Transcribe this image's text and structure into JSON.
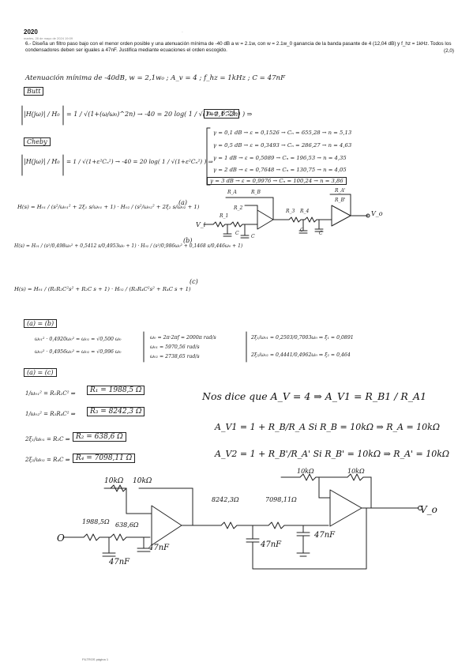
{
  "header": {
    "title": "2020",
    "date": "martes, 28 de mayo de 2024   19:09",
    "dash": "-"
  },
  "problem": {
    "text": "6.- Diseña un filtro paso bajo con el menor orden posible y una atenuación mínima de -40 dB a w = 2.1w, con w = 2.1w_0 ganancia de la banda pasante de 4 (12,04 dB) y f_hz = 1kHz. Todos los condensadores deben ser iguales a 47nF. Justifica mediante ecuaciones el orden escogido.",
    "mark": "(2,0)"
  },
  "notes": {
    "given": "Atenuación mínima de -40dB,  w = 2,1w₀ ;  A_v = 4 ;  f_hz = 1kHz ;  C = 47nF",
    "butt_label": "Butt",
    "butt_ratio": "|H(jω)| / H₀",
    "butt_eq": "= 1 / √(1+(ω/ω₀)^2n)   →   -40 = 20 log( 1 / √(1+2,1^2n) )  ⇒",
    "butt_result": "n = 6,21",
    "cheb_label": "Cheby",
    "cheb_ratio": "|H(jω)| / H₀",
    "cheb_eq": "= 1 / √(1+ε²Cₙ²)   →   -40 = 20 log( 1 / √(1+ε²Cₙ²) )  ⇒",
    "cheb_rows": [
      "γ = 0,1 dB  →  ε = 0,1526  →  Cₙ = 655,28  →  n = 5,13",
      "γ = 0,5 dB  →  ε = 0,3493  →  Cₙ = 286,27  →  n = 4,63",
      "γ = 1 dB  →  ε = 0,5089  →  Cₙ = 196,53  →  n = 4,35",
      "γ = 2 dB  →  ε = 0,7648  →  Cₙ = 130,75  →  n = 4,05"
    ],
    "cheb_boxed_row": "γ = 3 dB  →  ε = 0,9976  →  Cₙ = 100,24  →  n = 3,86",
    "hs1": "H(s) = H₀₁ / (s²/ω₀₁² + 2ξ₁ s/ω₀₁ + 1) · H₀₂ / (s²/ω₀₂² + 2ξ₂ s/ω₀₂ + 1)",
    "hs1_ref": "(a)",
    "hs2": "H(s) = H₀₁ / (s²/0,498ω₀² + 0,5412 s/0,4953ω₀ + 1) · H₀₂ / (s²/0,986ω₀² + 0,1468 s/0,446ω₀ + 1)",
    "hs2_ref": "(b)",
    "hs3": "H(s) = H₀₁ / (R₁R₂C²s² + R₂C s + 1) · H₀₂ / (R₃R₄C²s² + R₄C s + 1)",
    "hs3_ref": "(c)",
    "ab_label": "(a) = (b)",
    "ab_left": [
      "ω₀₁² · 0,4920ω₀² = ω₀₁ = √0,500 ω₀",
      "ω₀₂² · 0,4956ω₀² = ω₀₂ = √0,996 ω₀"
    ],
    "ab_mid": [
      "ω₀ = 2π·2πf = 2000π rad/s",
      "ω₀₁ = 5970,56 rad/s",
      "ω₀₂ = 2738,65 rad/s"
    ],
    "ab_right": [
      "2ξ₁/ω₀₁ = 0,2503/0,7003ω₀  ⇒  ξ₁ = 0,0891",
      "2ξ₂/ω₀₂ = 0,4441/0,4962ω₀  ⇒  ξ₂ = 0,464"
    ],
    "ac_label": "(a) = (c)",
    "ac_rows": [
      "1/ω₀₁² = R₁R₂C²  ⇒",
      "1/ω₀₂² = R₃R₄C²  ⇒",
      "2ξ₁/ω₀₁ = R₂C  ⇒",
      "2ξ₂/ω₀₂ = R₄C  ⇒"
    ],
    "ac_results": [
      "R₁ = 1988,5 Ω",
      "R₃ = 8242,3 Ω",
      "R₂ = 638,6 Ω",
      "R₄ = 7098,11 Ω"
    ],
    "gain_note": "Nos dice que A_V = 4   ⇒   A_V1 = R_B1 / R_A1",
    "av1": "A_V1 = 1 + R_B/R_A     Si R_B = 10kΩ ⇒ R_A = 10kΩ",
    "av2": "A_V2 = 1 + R_B'/R_A'     Si R_B' = 10kΩ ⇒ R_A' = 10kΩ"
  },
  "schematic_small": {
    "labels": [
      "R_A",
      "R_B",
      "R_1",
      "R_2",
      "R_3",
      "R_4",
      "R_A'",
      "R_B'",
      "C",
      "C",
      "C",
      "C"
    ],
    "vin": "V_i",
    "vout": "V_o"
  },
  "schematic_big": {
    "labels": [
      "10kΩ",
      "10kΩ",
      "1988,5Ω",
      "638,6Ω",
      "47nF",
      "47nF",
      "8242,3Ω",
      "7098,11Ω",
      "47nF",
      "47nF",
      "10kΩ",
      "10kΩ"
    ],
    "vin": "O",
    "vout": "V_o"
  },
  "footer": {
    "text": "FILTROS página 1"
  }
}
